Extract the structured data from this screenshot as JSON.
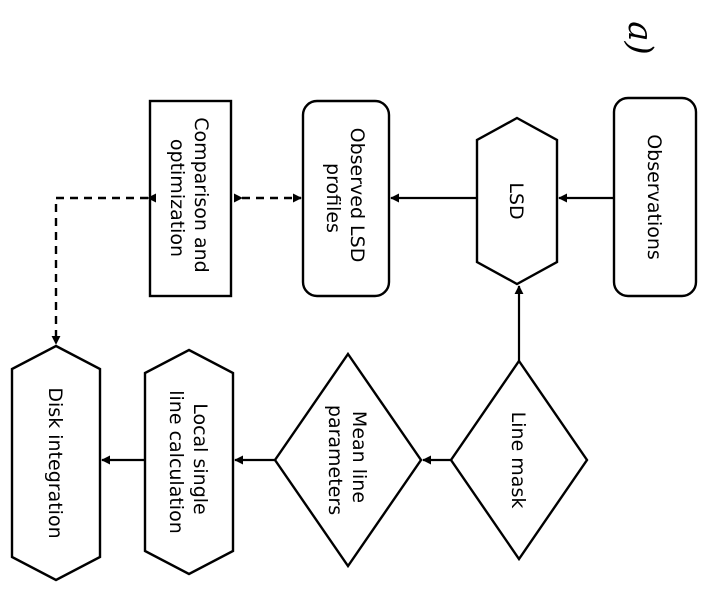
{
  "panel_label": "a)",
  "nodes": {
    "observations": {
      "text": [
        "Observations"
      ],
      "shape": "rounded-rectangle"
    },
    "lsd": {
      "text": [
        "LSD"
      ],
      "shape": "hexagon"
    },
    "observed_lsd_profiles": {
      "text": [
        "Observed LSD",
        "profiles"
      ],
      "shape": "rounded-rectangle"
    },
    "comparison_optimization": {
      "text": [
        "Comparison and",
        "optimization"
      ],
      "shape": "rectangle"
    },
    "line_mask": {
      "text": [
        "Line mask"
      ],
      "shape": "diamond"
    },
    "mean_line_parameters": {
      "text": [
        "Mean line",
        "parameters"
      ],
      "shape": "diamond"
    },
    "local_single_line_calculation": {
      "text": [
        "Local single",
        "line calculation"
      ],
      "shape": "hexagon"
    },
    "disk_integration": {
      "text": [
        "Disk integration"
      ],
      "shape": "hexagon"
    }
  },
  "edges": [
    {
      "from": "observations",
      "to": "lsd",
      "style": "solid"
    },
    {
      "from": "lsd",
      "to": "observed_lsd_profiles",
      "style": "solid"
    },
    {
      "from": "observed_lsd_profiles",
      "to": "comparison_optimization",
      "style": "dashed",
      "bidirectional": true
    },
    {
      "from": "comparison_optimization",
      "to": "disk_integration",
      "style": "dashed",
      "bidirectional": true
    },
    {
      "from": "line_mask",
      "to": "lsd",
      "style": "solid"
    },
    {
      "from": "line_mask",
      "to": "mean_line_parameters",
      "style": "solid"
    },
    {
      "from": "mean_line_parameters",
      "to": "local_single_line_calculation",
      "style": "solid"
    },
    {
      "from": "local_single_line_calculation",
      "to": "disk_integration",
      "style": "solid"
    }
  ]
}
